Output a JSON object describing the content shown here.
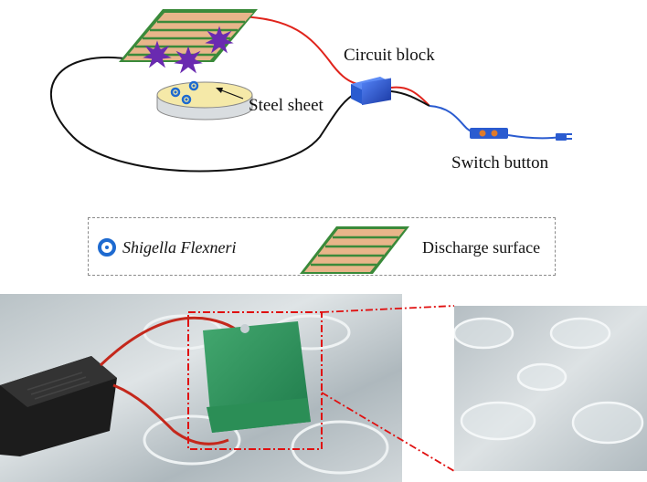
{
  "labels": {
    "circuit_block": "Circuit block",
    "steel_sheet": "Steel sheet",
    "switch_button": "Switch button"
  },
  "legend": {
    "bacteria": "Shigella Flexneri",
    "surface": "Discharge surface"
  },
  "colors": {
    "plate_green": "#3a8a3a",
    "plate_stripes": "#e8b58a",
    "spark_purple": "#6a2ab0",
    "circuit_blue": "#2a5bd0",
    "wire_red": "#e0241c",
    "bacteria_blue": "#1e6ad0",
    "callout_red": "#e01010"
  }
}
